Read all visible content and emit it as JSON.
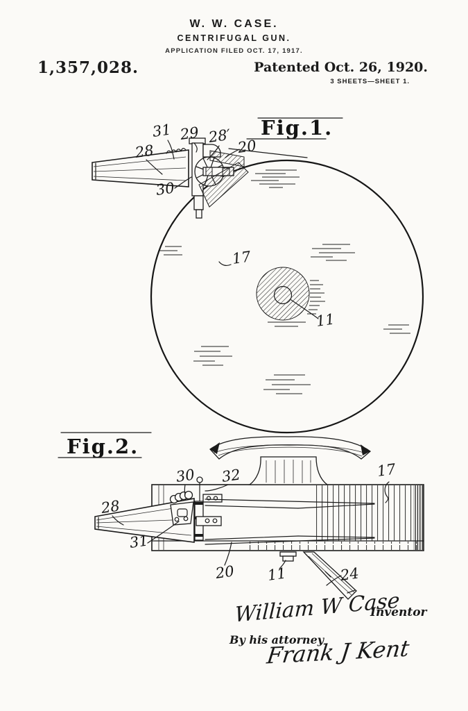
{
  "header": {
    "inventor_name": "W. W. CASE.",
    "invention_title": "CENTRIFUGAL GUN.",
    "application_line": "APPLICATION FILED OCT. 17, 1917.",
    "patent_number": "1,357,028.",
    "patented_line": "Patented Oct. 26, 1920.",
    "sheet_line": "3 SHEETS—SHEET 1."
  },
  "fig1": {
    "title": "Fig.1.",
    "labels": {
      "n28": "28",
      "n31": "31",
      "n29": "29",
      "n28p": "28′",
      "n20": "20",
      "n30": "30",
      "n17": "17",
      "n11": "11"
    }
  },
  "fig2": {
    "title": "Fig.2.",
    "labels": {
      "n30": "30",
      "n32": "32",
      "n28": "28",
      "n31": "31",
      "n20": "20",
      "n11": "11",
      "n24": "24",
      "n17": "17"
    }
  },
  "signatures": {
    "inventor_signature": "William W Case",
    "inventor_label": "Inventor",
    "by_attorney": "By his attorney",
    "attorney_signature": "Frank J Kent"
  }
}
